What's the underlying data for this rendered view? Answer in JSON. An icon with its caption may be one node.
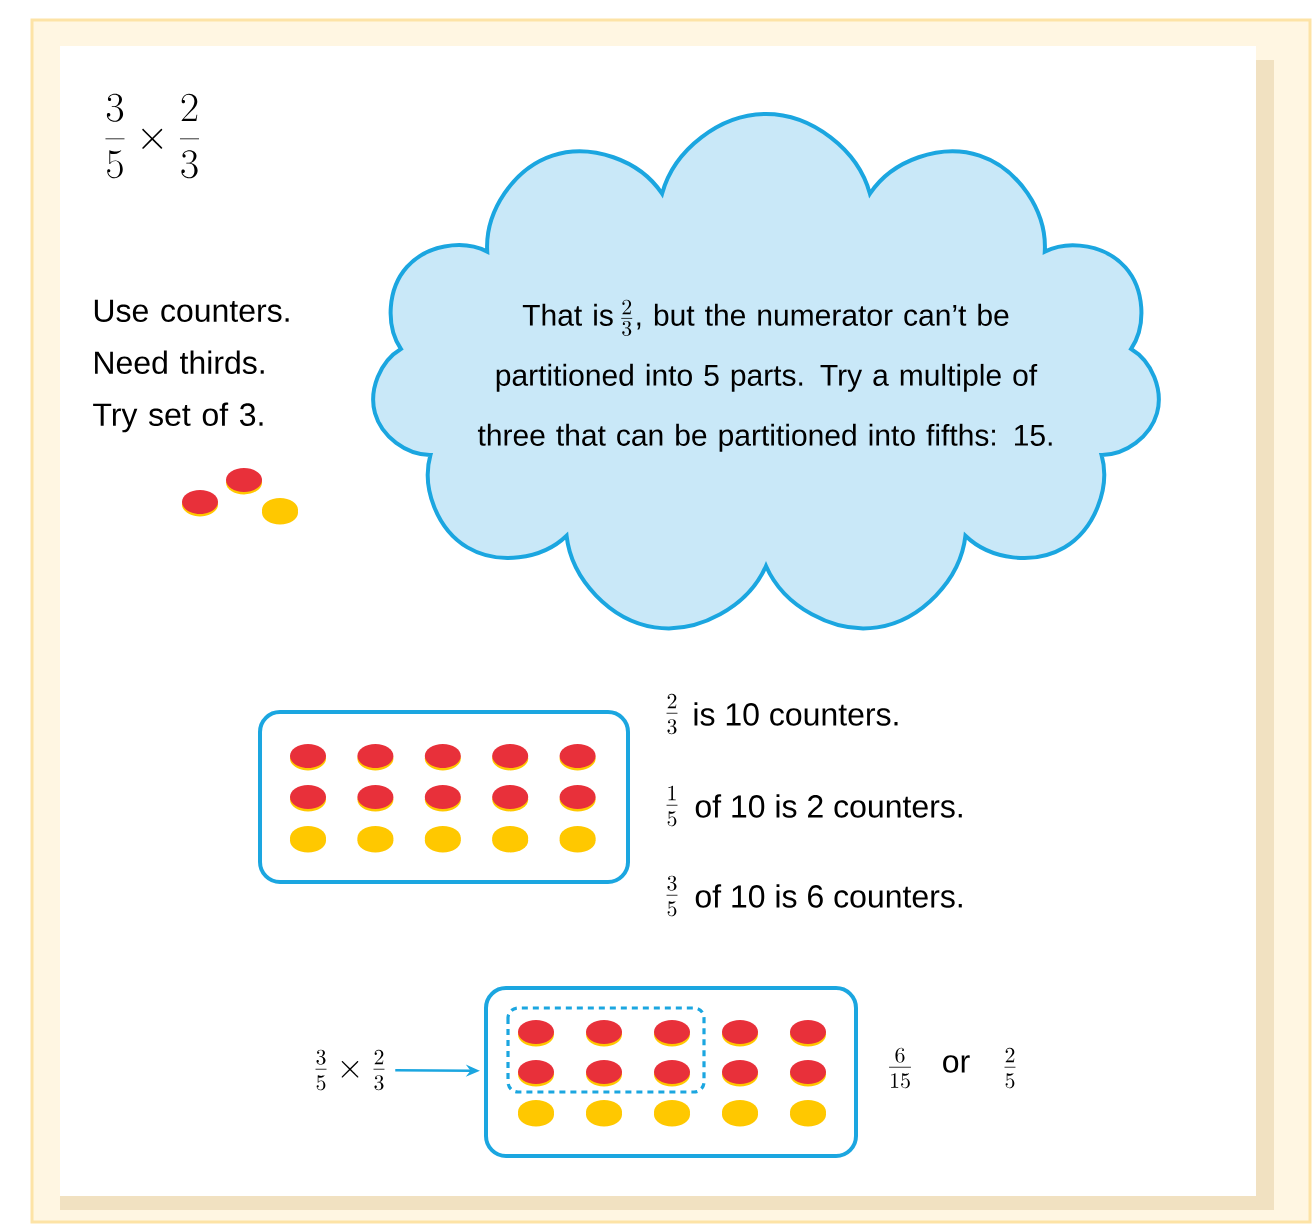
{
  "diagram": {
    "title": "\\frac{3}{5} \\times \\frac{2}{3}",
    "nodes": [
      {
        "text": [
          "That is",
          "\\frac{2}{3}",
          ", but the numerator can’t be partitioned into 5 parts. Try a multiple of three that can be partitioned into fifths: 15."
        ]
      },
      {
        "text": [],
        "shape": "box"
      },
      {
        "text": [
          "\\frac{3}{5} \\times \\frac{2}{3}"
        ]
      },
      {
        "text": [],
        "shape": "box"
      }
    ],
    "edges": [
      {
        "from": 2,
        "to": 3,
        "arrow": "to",
        "color": "#1ba6e0"
      }
    ],
    "labels": [
      "Use counters. Need thirds. Try set of 3.",
      "\\frac{2}{3}",
      "is 10 counters.",
      "\\frac{1}{5}",
      "of 10 is 2 counters.",
      "\\frac{3}{5}",
      "of 10 is 6 counters.",
      "\\frac{6}{15}",
      "or",
      "\\frac{2}{5}"
    ]
  }
}
